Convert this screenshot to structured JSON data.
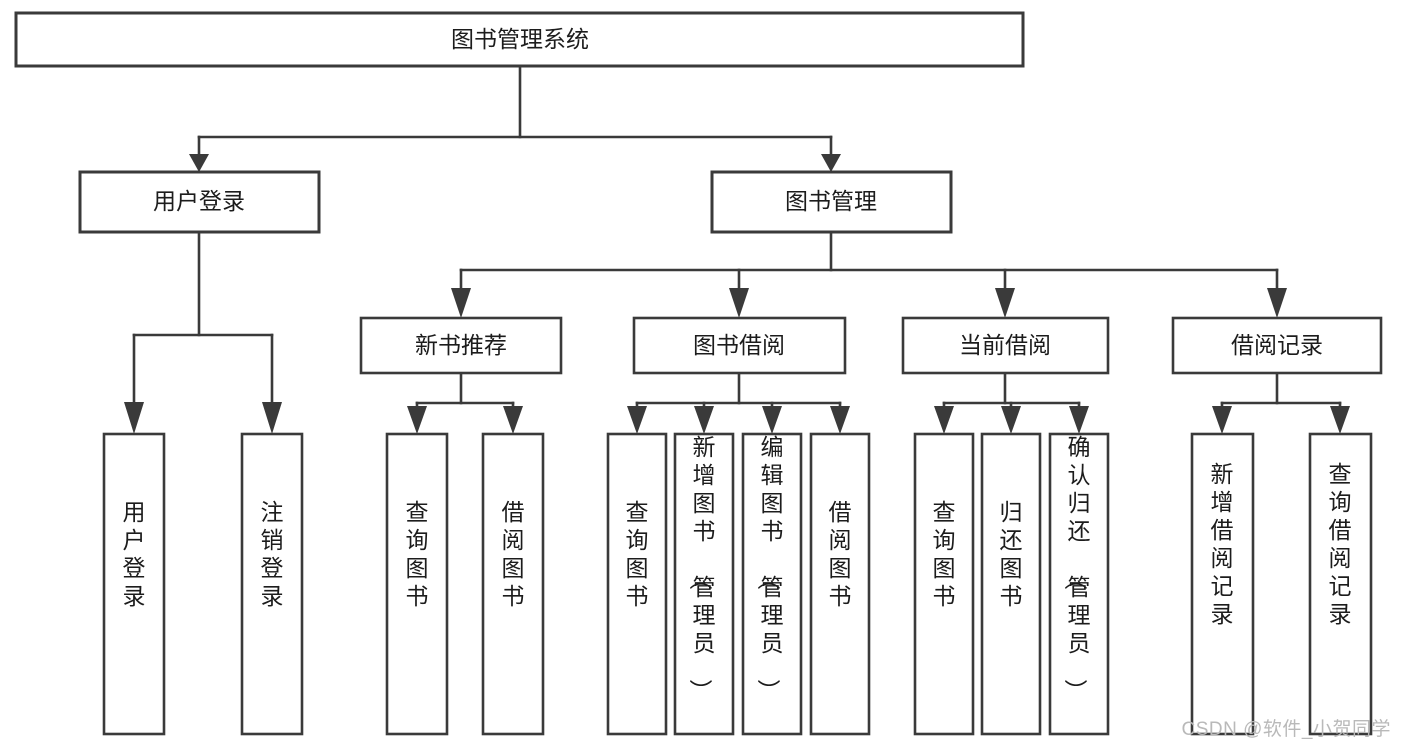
{
  "diagram": {
    "title": "图书管理系统",
    "type": "tree",
    "orientation": "top-down",
    "colors": {
      "box_stroke": "#3a3a3a",
      "box_fill": "#ffffff",
      "connector": "#3a3a3a",
      "text": "#1c1c1c",
      "background": "#ffffff",
      "watermark": "#b9b9b9"
    },
    "root": {
      "label": "图书管理系统",
      "text_orientation": "horizontal"
    },
    "level2": [
      {
        "id": "user-login",
        "label": "用户登录",
        "text_orientation": "horizontal"
      },
      {
        "id": "book-manage",
        "label": "图书管理",
        "text_orientation": "horizontal"
      }
    ],
    "level3": [
      {
        "id": "new-book-recommend",
        "label": "新书推荐",
        "parent": "book-manage",
        "text_orientation": "horizontal"
      },
      {
        "id": "book-borrow",
        "label": "图书借阅",
        "parent": "book-manage",
        "text_orientation": "horizontal"
      },
      {
        "id": "current-borrow",
        "label": "当前借阅",
        "parent": "book-manage",
        "text_orientation": "horizontal"
      },
      {
        "id": "borrow-record",
        "label": "借阅记录",
        "parent": "book-manage",
        "text_orientation": "horizontal"
      }
    ],
    "leaves": [
      {
        "id": "leaf-user-login",
        "label": "用户登录",
        "parent": "user-login",
        "text_orientation": "vertical"
      },
      {
        "id": "leaf-logout-login",
        "label": "注销登录",
        "parent": "user-login",
        "text_orientation": "vertical"
      },
      {
        "id": "leaf-query-book-1",
        "label": "查询图书",
        "parent": "new-book-recommend",
        "text_orientation": "vertical"
      },
      {
        "id": "leaf-borrow-book-1",
        "label": "借阅图书",
        "parent": "new-book-recommend",
        "text_orientation": "vertical"
      },
      {
        "id": "leaf-query-book-2",
        "label": "查询图书",
        "parent": "book-borrow",
        "text_orientation": "vertical"
      },
      {
        "id": "leaf-add-book",
        "label": "新增图书（管理员）",
        "parent": "book-borrow",
        "text_orientation": "vertical"
      },
      {
        "id": "leaf-edit-book",
        "label": "编辑图书（管理员）",
        "parent": "book-borrow",
        "text_orientation": "vertical"
      },
      {
        "id": "leaf-borrow-book-2",
        "label": "借阅图书",
        "parent": "book-borrow",
        "text_orientation": "vertical"
      },
      {
        "id": "leaf-query-book-3",
        "label": "查询图书",
        "parent": "current-borrow",
        "text_orientation": "vertical"
      },
      {
        "id": "leaf-return-book",
        "label": "归还图书",
        "parent": "current-borrow",
        "text_orientation": "vertical"
      },
      {
        "id": "leaf-confirm-return",
        "label": "确认归还（管理员）",
        "parent": "current-borrow",
        "text_orientation": "vertical"
      },
      {
        "id": "leaf-add-borrow-record",
        "label": "新增借阅记录",
        "parent": "borrow-record",
        "text_orientation": "vertical"
      },
      {
        "id": "leaf-query-borrow-record",
        "label": "查询借阅记录",
        "parent": "borrow-record",
        "text_orientation": "vertical"
      }
    ]
  },
  "watermark": {
    "text": "CSDN @软件_小贺同学"
  }
}
